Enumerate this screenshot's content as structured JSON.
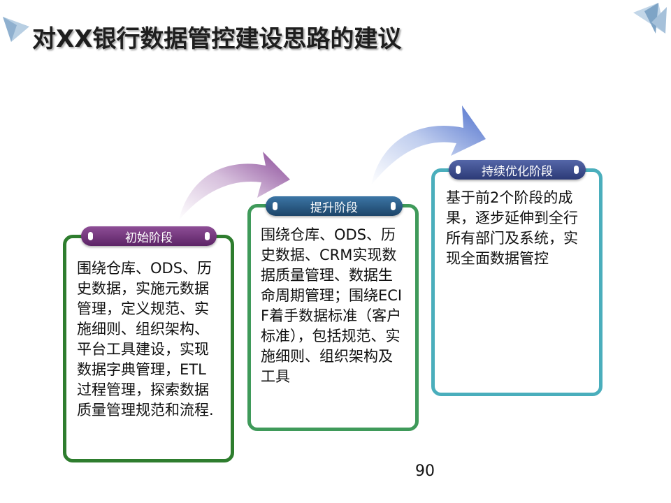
{
  "title": "对XX银行数据管控建设思路的建议",
  "stages": [
    {
      "label": "初始阶段",
      "text": "围绕仓库、ODS、历史数据，实施元数据管理，定义规范、实施细则、组织架构、平台工具建设，实现数据字典管理，ETL过程管理，探索数据质量管理规范和流程.",
      "colors": {
        "border": "#2e7d2e",
        "pill": "#6a2f72"
      }
    },
    {
      "label": "提升阶段",
      "text": "围绕仓库、ODS、历史数据、CRM实现数据质量管理、数据生命周期管理；围绕ECIF着手数据标准（客户标准），包括规范、实施细则、组织架构及工具",
      "colors": {
        "border": "#3f9a5a",
        "pill": "#22527a"
      }
    },
    {
      "label": "持续优化阶段",
      "text": "基于前2个阶段的成果，逐步延伸到全行所有部门及系统，实现全面数据管控",
      "colors": {
        "border": "#4aaebc",
        "pill": "#3a4a8a"
      }
    }
  ],
  "page_number": "90",
  "icons": [
    "corner-triangle-left-icon",
    "corner-triangle-right-icon",
    "curved-arrow-icon"
  ]
}
